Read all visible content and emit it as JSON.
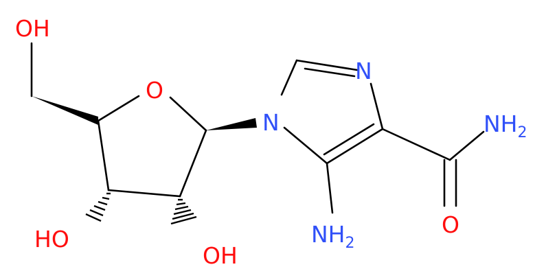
{
  "molecule": {
    "colors": {
      "bond": "#000000",
      "oxygen": "#ff0d0d",
      "nitrogen": "#3050f8"
    },
    "atoms": {
      "oh_top": {
        "main": "OH",
        "sub": ""
      },
      "o_ring": {
        "main": "O",
        "sub": ""
      },
      "oh_left": {
        "main": "HO",
        "sub": ""
      },
      "oh_bottom": {
        "main": "OH",
        "sub": ""
      },
      "n1": {
        "main": "N",
        "sub": ""
      },
      "n3": {
        "main": "N",
        "sub": ""
      },
      "nh2_amide": {
        "main": "NH",
        "sub": "2"
      },
      "nh2_ring": {
        "main": "NH",
        "sub": "2"
      },
      "o_amide": {
        "main": "O",
        "sub": ""
      }
    }
  }
}
